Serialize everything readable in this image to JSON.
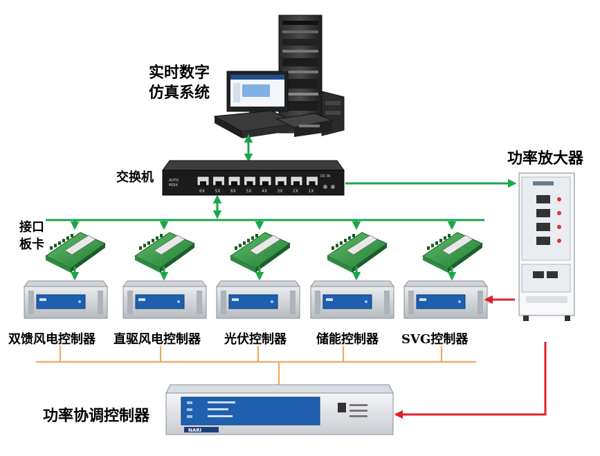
{
  "labels": {
    "simulator": [
      "实时数字",
      "仿真系统"
    ],
    "switch": "交换机",
    "amplifier": "功率放大器",
    "interface_card": [
      "接口",
      "板卡"
    ],
    "coordinator": "功率协调控制器"
  },
  "controllers": [
    {
      "label": "双馈风电控制器"
    },
    {
      "label": "直驱风电控制器"
    },
    {
      "label": "光伏控制器"
    },
    {
      "label": "储能控制器"
    },
    {
      "label": "SVG控制器"
    }
  ],
  "devices": {
    "switch_ports": [
      "6X",
      "5X",
      "6X",
      "5X",
      "4X",
      "3X",
      "2X",
      "1X"
    ],
    "switch_text": {
      "left_top": "AUTO",
      "left_mid": "MDIX",
      "right": "DC IN"
    },
    "coordinator_brand": "NARI"
  },
  "colors": {
    "ethernet": "#1aa64a",
    "bus": "#f0a860",
    "amplifier_link": "#e0202a",
    "panel_blue": "#1e5fb0"
  }
}
